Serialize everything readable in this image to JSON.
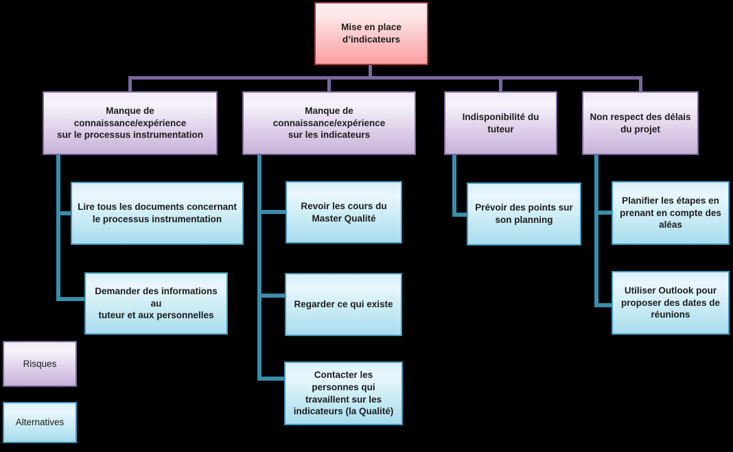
{
  "root": {
    "label": "Mise en place\nd’indicateurs"
  },
  "risks": [
    {
      "label": "Manque de\nconnaissance/expérience\nsur le processus instrumentation"
    },
    {
      "label": "Manque de\nconnaissance/expérience\nsur les indicateurs"
    },
    {
      "label": "Indisponibilité du\ntuteur"
    },
    {
      "label": "Non respect des délais\ndu projet"
    }
  ],
  "alternatives": [
    [
      "Lire tous les documents concernant\nle processus instrumentation",
      "Demander des informations au\ntuteur et aux personnelles"
    ],
    [
      "Revoir les cours du\nMaster Qualité",
      "Regarder ce qui existe",
      "Contacter les\npersonnes qui\ntravaillent sur les\nindicateurs (la Qualité)"
    ],
    [
      "Prévoir  des points sur\nson planning"
    ],
    [
      "Planifier les étapes en\nprenant en compte des\naléas",
      "Utiliser Outlook pour\nproposer des dates de\nréunions"
    ]
  ],
  "legend": {
    "risk": "Risques",
    "alternative": "Alternatives"
  },
  "colors": {
    "background": "#000000",
    "root_border": "#9c3a38",
    "root_fill_top": "#fdeded",
    "root_fill_bottom": "#fa9fa1",
    "risk_border": "#7e699b",
    "risk_fill_top": "#f7f3fa",
    "risk_fill_bottom": "#c7b2d9",
    "alt_border": "#4299bb",
    "alt_fill_top": "#e9f7fc",
    "alt_fill_bottom": "#a8dcee",
    "risk_connector": "#7a67a0",
    "alt_connector": "#3a8dab",
    "text": "#1c1c1c"
  }
}
